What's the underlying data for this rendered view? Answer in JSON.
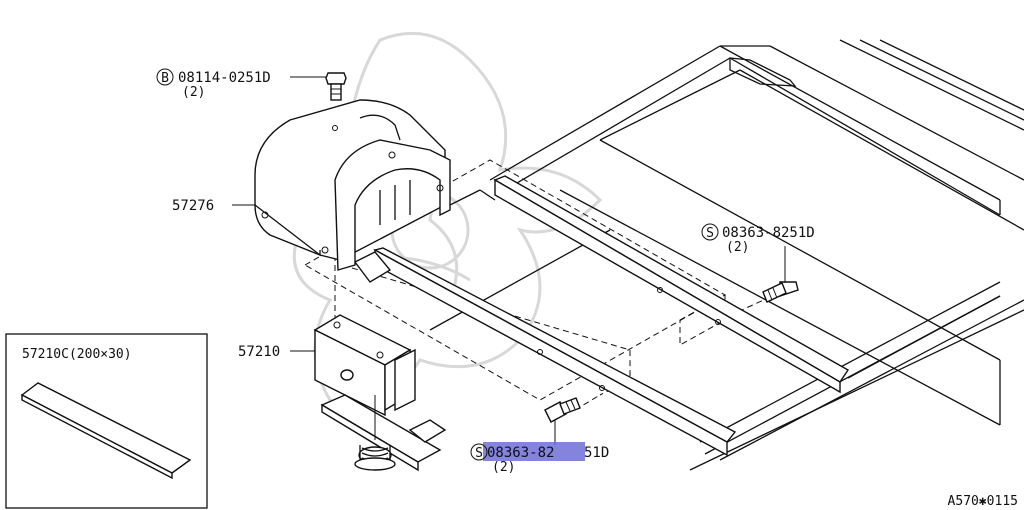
{
  "diagram": {
    "highlight_color": "#6f6fd8",
    "callouts": {
      "bolt_top": {
        "marker": "B",
        "part_no": "08114-0251D",
        "qty": "(2)"
      },
      "screw_right": {
        "marker": "S",
        "part_no": "08363-8251D",
        "qty": "(2)"
      },
      "screw_bottom": {
        "marker": "S",
        "part_no_highlighted": "08363-82",
        "part_no_rest": "51D",
        "qty": "(2)"
      }
    },
    "parts": {
      "cover": "57276",
      "bracket": "57210",
      "pad": "57210C(200×30)"
    },
    "figure_code": "A570✱0115"
  }
}
